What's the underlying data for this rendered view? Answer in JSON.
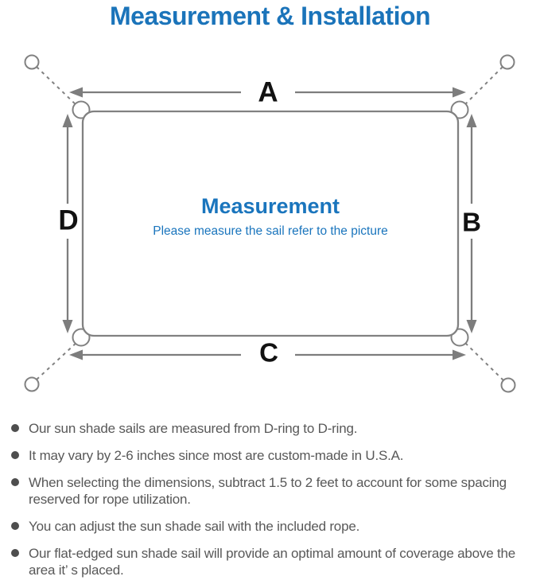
{
  "title": "Measurement & Installation",
  "diagram": {
    "labels": {
      "top": "A",
      "right": "B",
      "bottom": "C",
      "left": "D"
    },
    "center_title": "Measurement",
    "center_subtitle": "Please measure the sail refer to the picture"
  },
  "notes": [
    "Our sun shade sails are measured from D-ring to D-ring.",
    "It may vary by 2-6 inches since most are custom-made in U.S.A.",
    "When selecting the dimensions, subtract 1.5 to 2 feet to account for some spacing reserved for rope utilization.",
    "You can adjust the sun shade sail with the included rope.",
    "Our flat-edged sun shade sail will provide an optimal amount of coverage above the area it’ s placed."
  ],
  "colors": {
    "accent_blue": "#1b74ba",
    "body_text": "#585858",
    "diagram_line": "#818181"
  }
}
